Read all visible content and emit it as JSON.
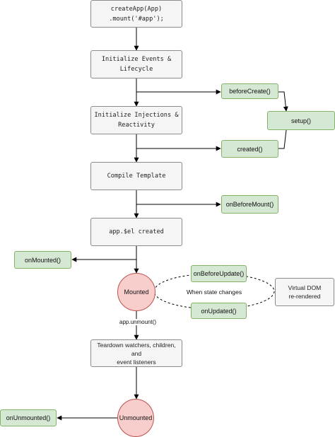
{
  "nodes": {
    "create_app": "createApp(App)\n.mount('#app');",
    "init_events": "Initialize Events &\nLifecycle",
    "init_injections": "Initialize Injections &\nReactivity",
    "compile_template": "Compile Template",
    "el_created": "app.$el created",
    "before_create": "beforeCreate()",
    "created": "created()",
    "setup": "setup()",
    "on_before_mount": "onBeforeMount()",
    "on_mounted": "onMounted()",
    "mounted": "Mounted",
    "on_before_update": "onBeforeUpdate()",
    "on_updated": "onUpdated()",
    "when_state_changes": "When state changes",
    "virtual_dom": "Virtual DOM\nre-rendered",
    "teardown": "Teardown watchers, children, and\nevent listeners",
    "unmounted": "Unmounted",
    "on_unmounted": "onUnmounted()"
  },
  "edge_labels": {
    "app_unmount": "app.unmount()"
  },
  "colors": {
    "gray_fill": "#f5f5f5",
    "gray_stroke": "#8c8c8c",
    "green_fill": "#d5e8d4",
    "green_stroke": "#82b366",
    "red_fill": "#f8cecc",
    "red_stroke": "#b85450",
    "arrow": "#000000"
  }
}
